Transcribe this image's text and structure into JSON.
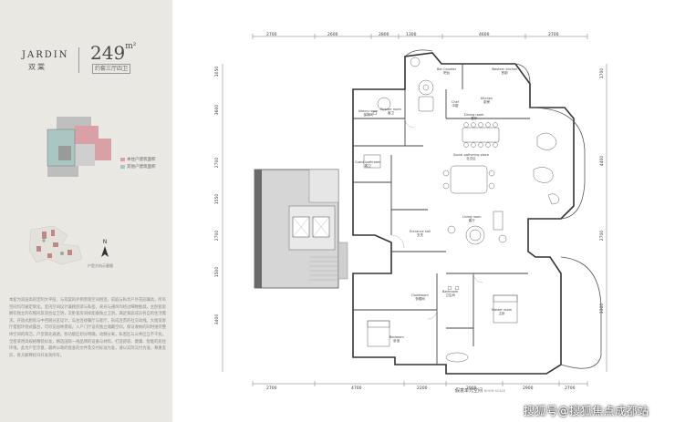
{
  "brand": {
    "name_en": "JARDIN",
    "name_cn": "双棠"
  },
  "unit": {
    "area": "249",
    "area_unit": "m²",
    "layout": "约套三厅四卫"
  },
  "keyplan": {
    "legend": [
      {
        "label": "本住户建筑面积",
        "color": "#d9a1a6"
      },
      {
        "label": "其他户建筑面积",
        "color": "#a9c6c2"
      }
    ]
  },
  "compass": {
    "letter": "N",
    "note": "户型方向示意图"
  },
  "description": "本套为双层高的定制大平层，与双棠的外侧景观空间相连，前庭与私享户外花园兼具，所有空间均可被定制化。室内空间设计兼顾舒适与私密，采光与通风均经过细致推敲。主卧套房拥有独立的衣帽间及双台盆卫浴，次卧套房同样配备独立卫浴，满足家庭成员各自的生活需求。开放式厨房与中西厨分区设计，岛台连接餐厅与客厅，形成连贯的社交动线。大面宽客厅搭配环绕式露台，可尽览园林景观。入户门厅设有独立储藏空间，保证收纳的同时维持整体空间的简洁。户型南北通透，各功能区划分明确，动静分离，私密区与公共区互不干扰。全屋采用高规格精装标准，精选国际一线品牌的设备与材料，打造舒适、健康、智能的居住环境。此为户型示意，最终以政府批准的文件及交付标准为准，请以实际交付为准，尊重差异，各方解释权归开发商所有。",
  "dimensions": {
    "top": [
      "2700",
      "2600",
      "2800",
      "1300",
      "4600",
      "2700"
    ],
    "bottom": [
      "2700",
      "4700",
      "2200",
      "2900",
      "2900",
      "2700"
    ],
    "left": [
      "1050",
      "3600",
      "2700",
      "1550",
      "2700",
      "1500",
      "3400"
    ],
    "right": [
      "1700",
      "4400",
      "2700",
      "3300"
    ]
  },
  "rooms": [
    {
      "name": "Bar Counter",
      "cn": "吧台"
    },
    {
      "name": "Western kitchen",
      "cn": "西厨"
    },
    {
      "name": "Kitchen",
      "cn": "厨房"
    },
    {
      "name": "Chef",
      "cn": "中厨"
    },
    {
      "name": "Dining room",
      "cn": "餐厅"
    },
    {
      "name": "Nanny room",
      "cn": "保姆间"
    },
    {
      "name": "Powder room",
      "cn": "客卫"
    },
    {
      "name": "Social gathering place",
      "cn": "社交区"
    },
    {
      "name": "Guest bathroom",
      "cn": "客卫"
    },
    {
      "name": "Living room",
      "cn": "客厅"
    },
    {
      "name": "Entrance hall",
      "cn": "玄关"
    },
    {
      "name": "Bathroom",
      "cn": "卫生间"
    },
    {
      "name": "Cloakroom",
      "cn": "衣帽间"
    },
    {
      "name": "Master room",
      "cn": "主卧"
    },
    {
      "name": "Bedroom",
      "cn": "卧室"
    }
  ],
  "caption": {
    "cn": "假意单元空间",
    "sub": "ROOM SCALE"
  },
  "watermark": "搜狐号@搜狐焦点成都站"
}
